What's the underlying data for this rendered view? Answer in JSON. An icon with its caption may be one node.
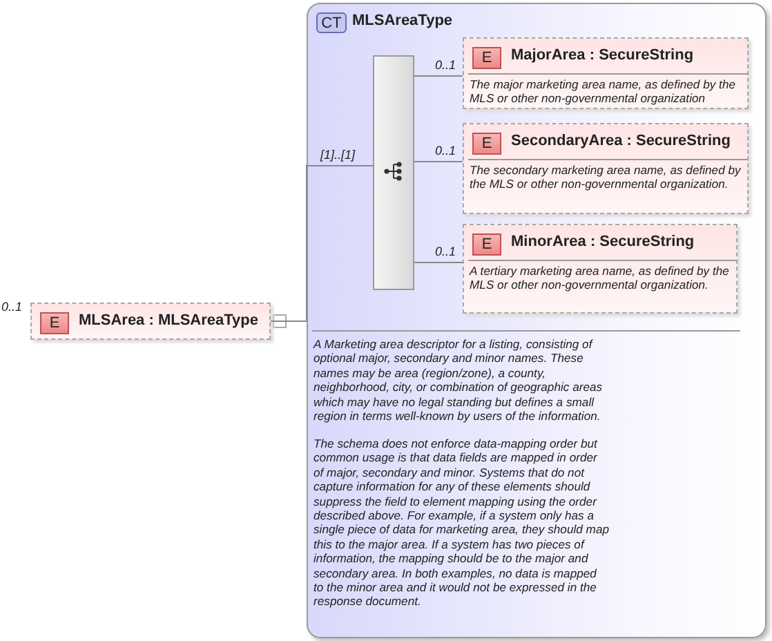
{
  "diagram": {
    "nodes": [
      {
        "text": [
          "E",
          "MLSArea : MLSAreaType"
        ],
        "beside": [
          "0..1"
        ]
      },
      {
        "text": [
          "CT",
          "MLSAreaType",
          "A Marketing area descriptor for a listing, consisting of optional major, secondary and minor names. These names may be area (region/zone), a county, neighborhood, city, or combination of geographic areas which may have no legal standing but defines a small region in terms well-known by users of the information.",
          "The schema does not enforce data-mapping order but common usage is that data fields are mapped in order of major, secondary and minor. Systems that do not capture information for any of these elements should suppress the field to element mapping using the order described above. For example, if a system only has a single piece of data for marketing area, they should map this to the major area. If a system has two pieces of information, the mapping should be to the major and secondary area. In both examples, no data is mapped to the minor area and it would not be expressed in the response document."
        ]
      },
      {
        "text": [],
        "shape": "box",
        "in": 1
      },
      {
        "text": [
          "E",
          "MajorArea : SecureString",
          "The major marketing area name, as defined by the MLS or other non-governmental organization"
        ],
        "in": 1
      },
      {
        "text": [
          "E",
          "SecondaryArea : SecureString",
          "The secondary marketing area name, as defined by the MLS or other non-governmental organization."
        ],
        "in": 1
      },
      {
        "text": [
          "E",
          "MinorArea : SecureString",
          "A tertiary marketing area name, as defined by the MLS or other non-governmental organization."
        ],
        "in": 1
      }
    ],
    "edges": [
      {
        "from": 0,
        "to": 2,
        "arrow": "none",
        "label": "[1]..[1]"
      },
      {
        "from": 2,
        "to": 3,
        "arrow": "none",
        "label": "0..1"
      },
      {
        "from": 2,
        "to": 4,
        "arrow": "none",
        "label": "0..1"
      },
      {
        "from": 2,
        "to": 5,
        "arrow": "none",
        "label": "0..1"
      }
    ]
  }
}
